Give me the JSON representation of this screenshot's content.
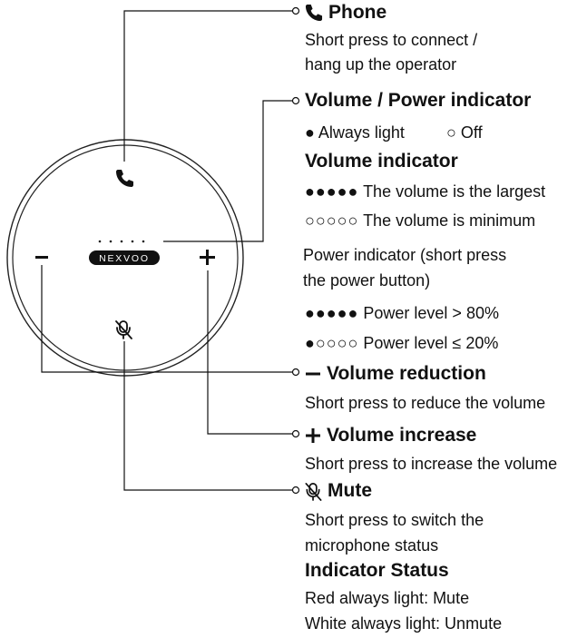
{
  "device": {
    "brand": "NEXVOO"
  },
  "phone": {
    "title": "Phone",
    "desc_line1": "Short press to connect /",
    "desc_line2": "hang up the operator"
  },
  "vol_power": {
    "title": "Volume / Power indicator",
    "always_light": "Always light",
    "off": "Off",
    "volume_indicator_title": "Volume indicator",
    "volume_largest": "The volume is the largest",
    "volume_minimum": "The volume is minimum",
    "power_desc_line1": "Power indicator (short press",
    "power_desc_line2": "the power button)",
    "power_high": "Power level > 80%",
    "power_low": "Power level ≤ 20%"
  },
  "vol_down": {
    "title": "Volume reduction",
    "desc": "Short press to reduce the volume"
  },
  "vol_up": {
    "title": "Volume increase",
    "desc": "Short press to increase the volume"
  },
  "mute": {
    "title": "Mute",
    "desc_line1": "Short press to switch the",
    "desc_line2": "microphone status",
    "status_title": "Indicator Status",
    "red": "Red always light: Mute",
    "white": "White always light: Unmute"
  },
  "icons": [
    "phone-icon",
    "minus-icon",
    "plus-icon",
    "mute-icon",
    "filled-dot-icon",
    "hollow-dot-icon"
  ]
}
